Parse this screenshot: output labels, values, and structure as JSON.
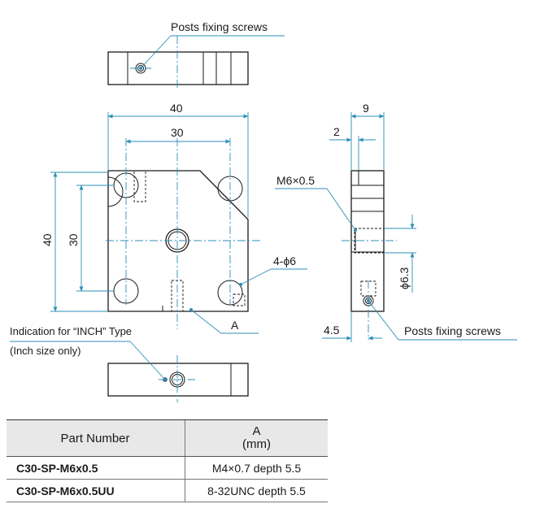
{
  "drawing": {
    "callouts": {
      "posts_fixing_screws_top": "Posts fixing screws",
      "posts_fixing_screws_side": "Posts fixing screws",
      "inch_note_line1": "Indication for “INCH” Type",
      "inch_note_line2": "(Inch size only)",
      "thread_label": "M6×0.5",
      "holes_label": "4-ϕ6",
      "section_label": "A"
    },
    "dimensions": {
      "width_40": "40",
      "hole_pitch_x_30": "30",
      "height_40": "40",
      "hole_pitch_y_30": "30",
      "thickness_9": "9",
      "offset_2": "2",
      "diameter_6_3": "ϕ6.3",
      "offset_4_5": "4.5"
    },
    "colors": {
      "dimension_line": "#2b8fb8",
      "outline": "#1a1a1a",
      "table_header_bg": "#e8e8e8"
    }
  },
  "table": {
    "headers": {
      "part_number": "Part Number",
      "a_label": "A",
      "a_unit": "(mm)"
    },
    "rows": [
      {
        "part_number": "C30-SP-M6x0.5",
        "a": "M4×0.7 depth 5.5"
      },
      {
        "part_number": "C30-SP-M6x0.5UU",
        "a": "8-32UNC depth 5.5"
      }
    ]
  }
}
